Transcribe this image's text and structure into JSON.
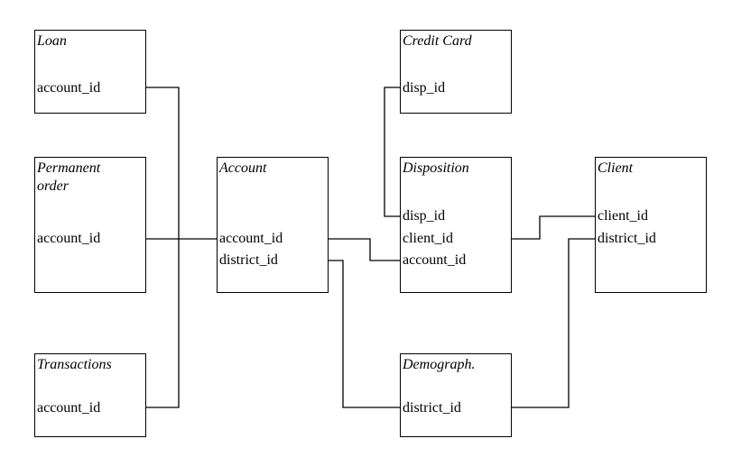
{
  "tables": {
    "loan": {
      "title": "Loan",
      "fields": [
        "account_id"
      ]
    },
    "permanent": {
      "title_line1": "Permanent",
      "title_line2": "order",
      "fields": [
        "account_id"
      ]
    },
    "transactions": {
      "title": "Transactions",
      "fields": [
        "account_id"
      ]
    },
    "account": {
      "title": "Account",
      "fields": [
        "account_id",
        "district_id"
      ]
    },
    "creditcard": {
      "title": "Credit Card",
      "fields": [
        "disp_id"
      ]
    },
    "disposition": {
      "title": "Disposition",
      "fields": [
        "disp_id",
        "client_id",
        "account_id"
      ]
    },
    "demograph": {
      "title": "Demograph.",
      "fields": [
        "district_id"
      ]
    },
    "client": {
      "title": "Client",
      "fields": [
        "client_id",
        "district_id"
      ]
    }
  },
  "relations": [
    {
      "from": "loan.account_id",
      "to": "account.account_id"
    },
    {
      "from": "permanent.account_id",
      "to": "account.account_id"
    },
    {
      "from": "transactions.account_id",
      "to": "account.account_id"
    },
    {
      "from": "account.account_id",
      "to": "disposition.account_id"
    },
    {
      "from": "account.district_id",
      "to": "demograph.district_id"
    },
    {
      "from": "creditcard.disp_id",
      "to": "disposition.disp_id"
    },
    {
      "from": "disposition.client_id",
      "to": "client.client_id"
    },
    {
      "from": "client.district_id",
      "to": "demograph.district_id"
    }
  ]
}
